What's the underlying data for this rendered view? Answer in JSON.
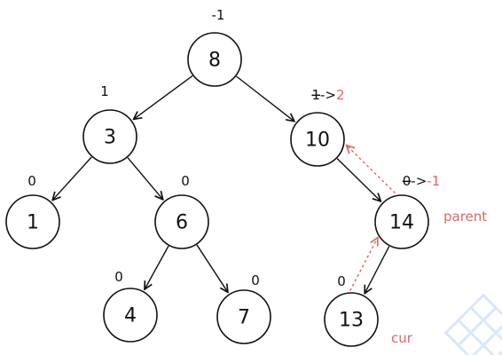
{
  "colors": {
    "stroke": "#111111",
    "highlight_fill": "#d05b5b",
    "highlight_text": "#ffffff",
    "accent": "#e06666",
    "watermark": "#dbe7f8"
  },
  "nodes": [
    {
      "id": "n8",
      "label": "8",
      "bf": "-1"
    },
    {
      "id": "n3",
      "label": "3",
      "bf": "1"
    },
    {
      "id": "n10",
      "label": "10",
      "bf_old": "1",
      "bf_arrow": "->",
      "bf_new": "2"
    },
    {
      "id": "n1",
      "label": "1",
      "bf": "0"
    },
    {
      "id": "n6",
      "label": "6",
      "bf": "0"
    },
    {
      "id": "n14",
      "label": "14",
      "bf_old": "0",
      "bf_arrow": "->",
      "bf_new": "-1"
    },
    {
      "id": "n4",
      "label": "4",
      "bf": "0"
    },
    {
      "id": "n7",
      "label": "7",
      "bf": "0"
    },
    {
      "id": "n13",
      "label": "13",
      "bf": "0",
      "highlight": true
    }
  ],
  "edges": [
    [
      "n8",
      "n3"
    ],
    [
      "n8",
      "n10"
    ],
    [
      "n3",
      "n1"
    ],
    [
      "n3",
      "n6"
    ],
    [
      "n6",
      "n4"
    ],
    [
      "n6",
      "n7"
    ],
    [
      "n10",
      "n14"
    ],
    [
      "n14",
      "n13"
    ]
  ],
  "trace_edges": [
    [
      "n13",
      "n14"
    ],
    [
      "n14",
      "n10"
    ]
  ],
  "labels": {
    "parent": "parent",
    "cur": "cur"
  }
}
